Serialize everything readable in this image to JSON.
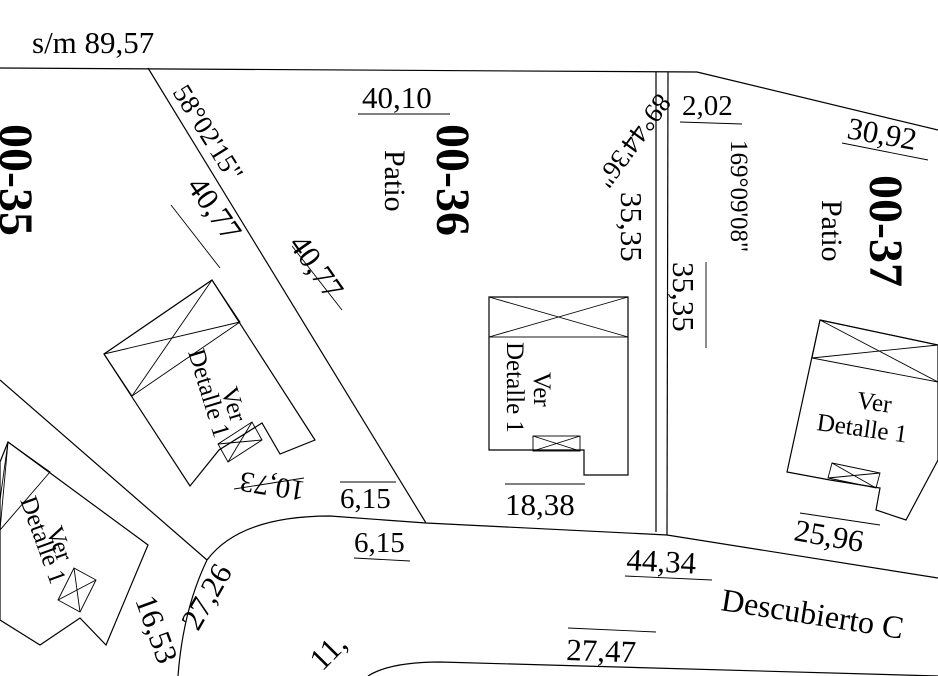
{
  "header": {
    "label": "s/m 89,57"
  },
  "lots": [
    {
      "id": "00-35"
    },
    {
      "id": "00-36",
      "patio": "Patio"
    },
    {
      "id": "00-37",
      "patio": "Patio"
    }
  ],
  "angles": [
    "58°02'15\"",
    "89°44'36\"",
    "169°09'08\""
  ],
  "dimensions": [
    "40,10",
    "40,77",
    "40,77",
    "35,35",
    "35,35",
    "2,02",
    "30,92",
    "10,73",
    "6,15",
    "6,15",
    "18,38",
    "25,96",
    "44,34",
    "27,26",
    "16,53",
    "27,47",
    "11,"
  ],
  "details": {
    "line1": "Ver",
    "line2": "Detalle 1"
  },
  "street": {
    "label": "Descubierto C"
  }
}
